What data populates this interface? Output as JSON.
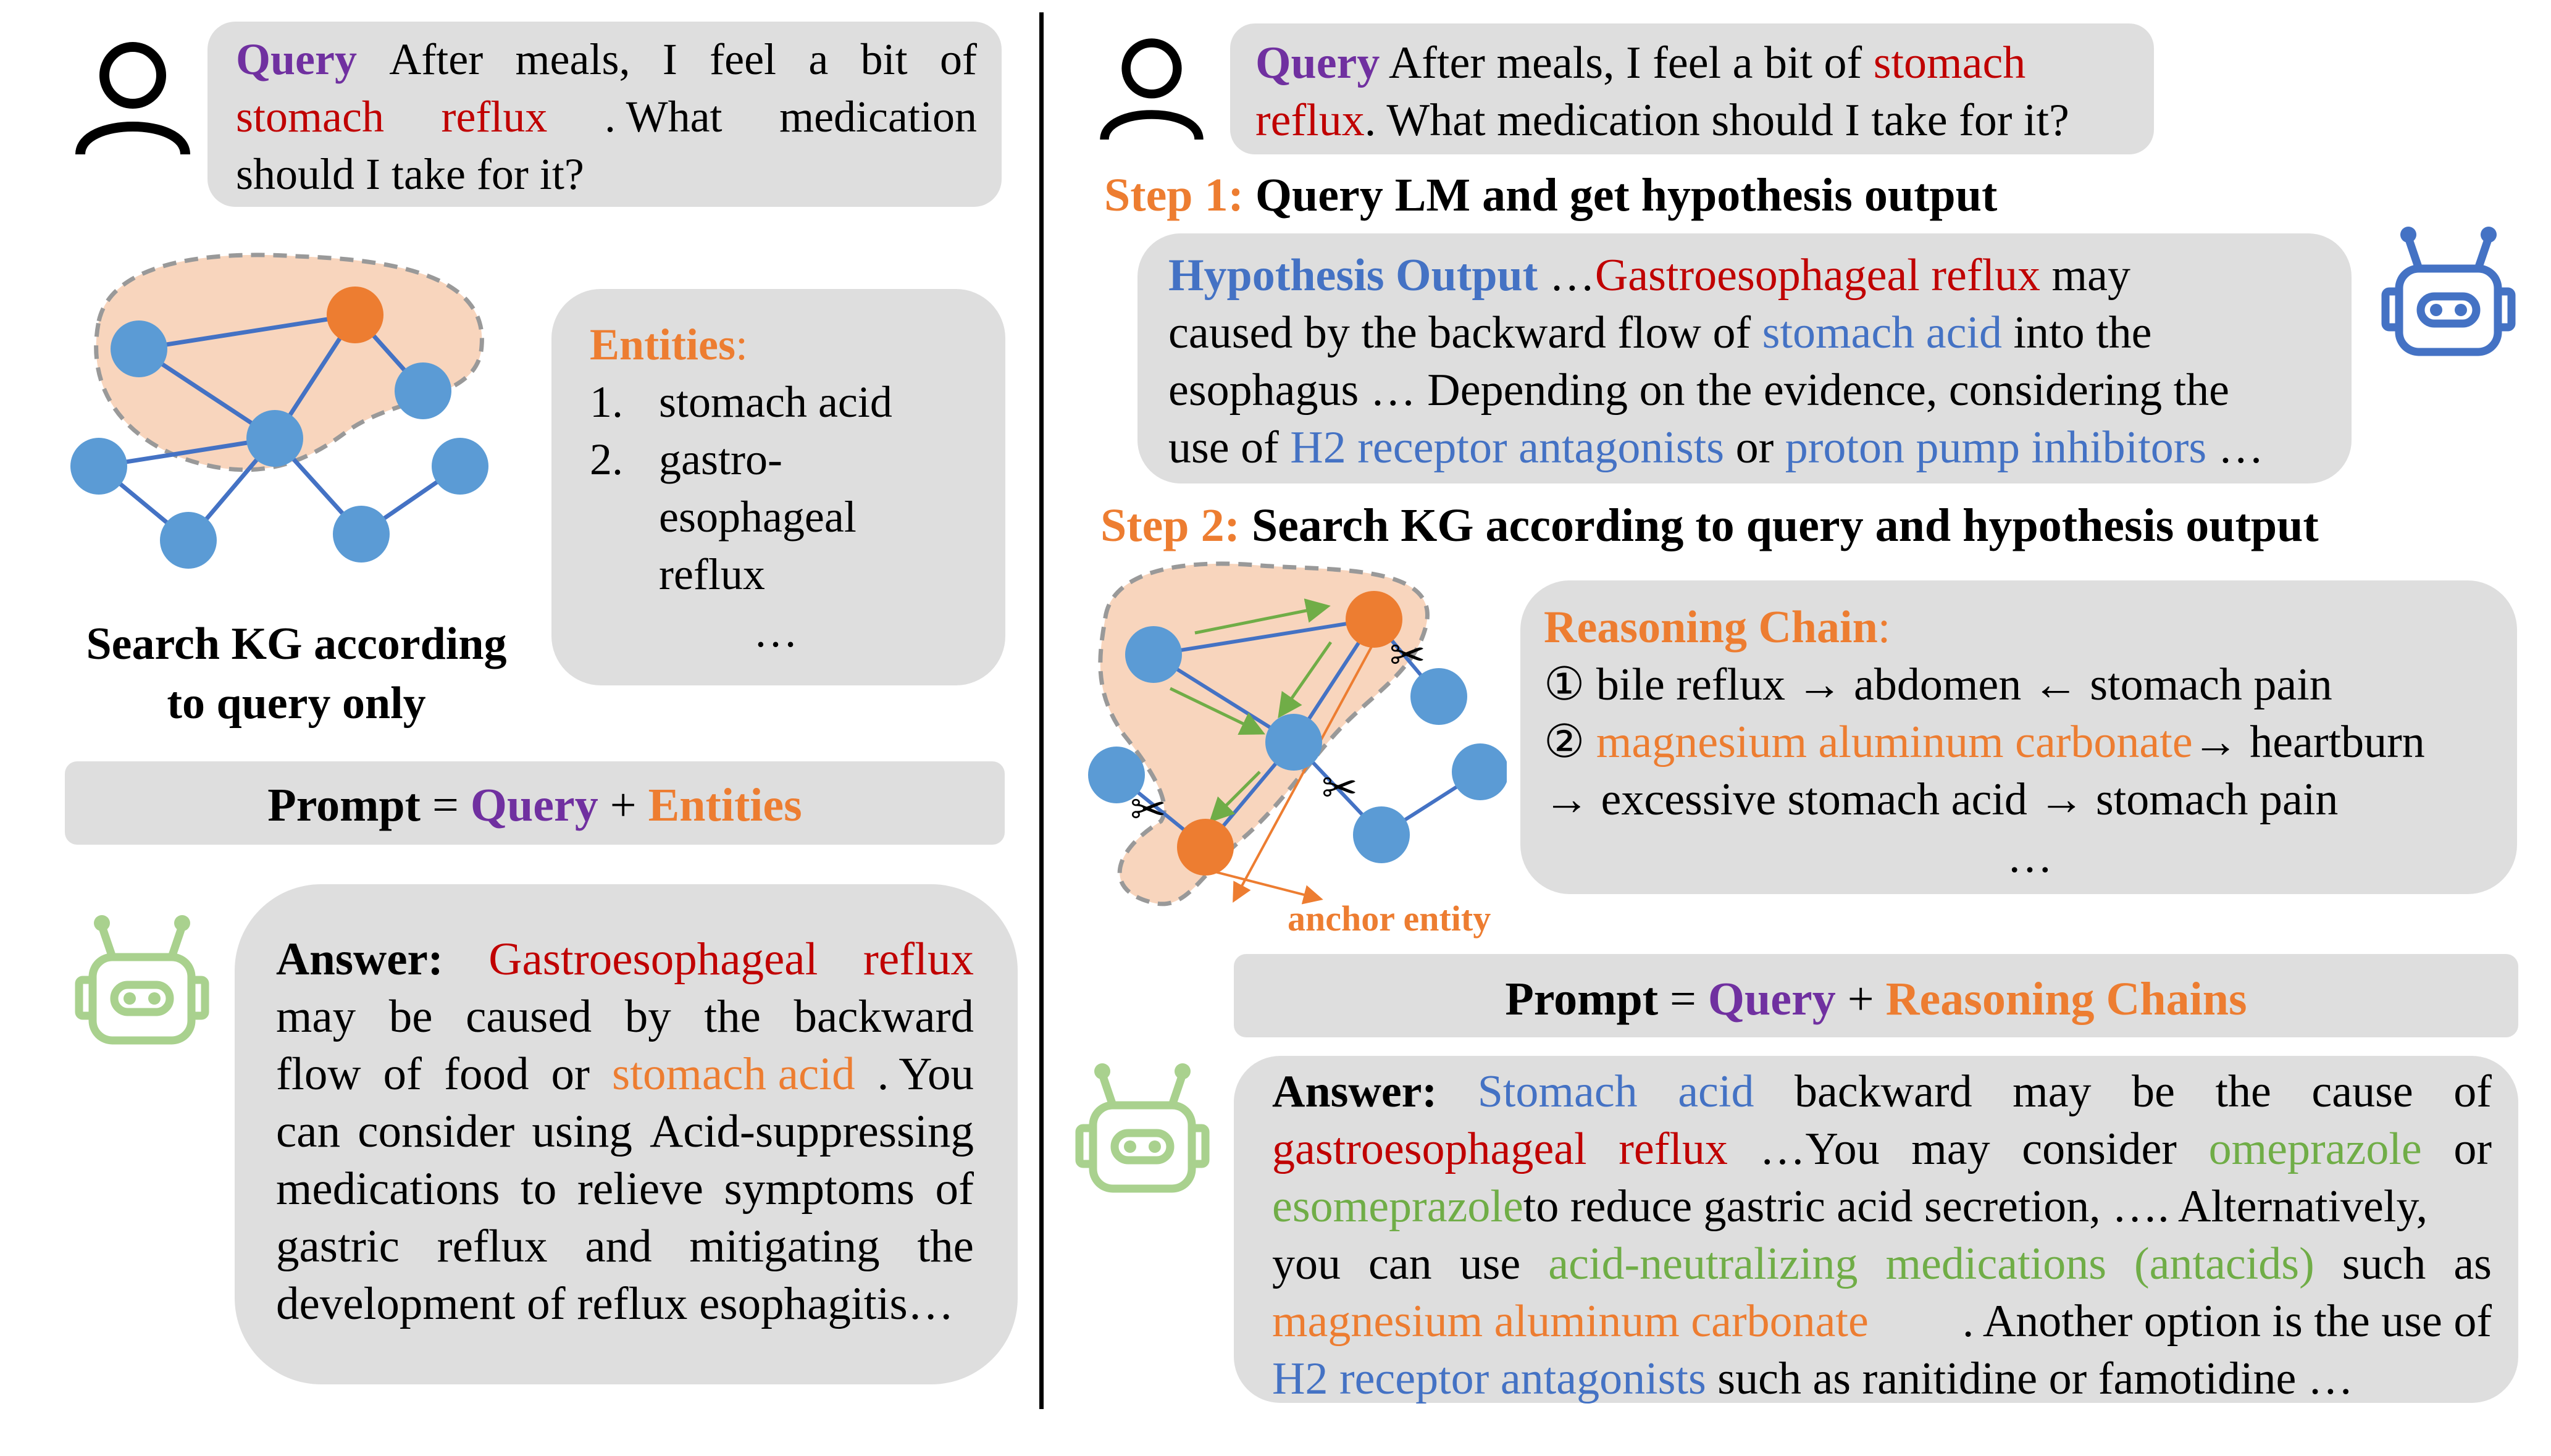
{
  "left": {
    "query": {
      "label": "Query",
      "lines": [
        [
          {
            "t": "After",
            "c": ""
          },
          {
            "t": "meals,",
            "c": ""
          },
          {
            "t": "I",
            "c": ""
          },
          {
            "t": "feel",
            "c": ""
          },
          {
            "t": "a",
            "c": ""
          },
          {
            "t": "bit",
            "c": ""
          },
          {
            "t": "of",
            "c": ""
          }
        ],
        [
          {
            "t": "stomach",
            "c": "red"
          },
          {
            "t": "reflux",
            "c": "red"
          },
          {
            "t": ". What",
            "c": ""
          },
          {
            "t": "medication",
            "c": ""
          }
        ],
        [
          {
            "t": "should I take for it?",
            "c": ""
          }
        ]
      ]
    },
    "search_caption": [
      "Search KG according",
      "to query only"
    ],
    "entities": {
      "label": "Entities",
      "colon": ":",
      "items": [
        {
          "num": "1.",
          "text": "stomach acid"
        },
        {
          "num": "2.",
          "text": "gastro-"
        },
        {
          "num": "",
          "text": "esophageal"
        },
        {
          "num": "",
          "text": "reflux"
        }
      ],
      "ellipsis": "…"
    },
    "prompt": {
      "prefix": "Prompt",
      "eq": " = ",
      "query": "Query",
      "plus": " + ",
      "tail": "Entities"
    },
    "answer": {
      "label": "Answer:",
      "lines": [
        [
          {
            "t": "Gastroesophageal",
            "c": "red"
          },
          {
            "t": "reflux",
            "c": "red"
          }
        ],
        [
          {
            "t": "may",
            "c": ""
          },
          {
            "t": "be",
            "c": ""
          },
          {
            "t": "caused",
            "c": ""
          },
          {
            "t": "by",
            "c": ""
          },
          {
            "t": "the",
            "c": ""
          },
          {
            "t": "backward",
            "c": ""
          }
        ],
        [
          {
            "t": "flow",
            "c": ""
          },
          {
            "t": "of",
            "c": ""
          },
          {
            "t": "food",
            "c": ""
          },
          {
            "t": "or",
            "c": ""
          },
          {
            "t": "stomach acid",
            "c": "orange"
          },
          {
            "t": ". You",
            "c": ""
          }
        ],
        [
          {
            "t": "can",
            "c": ""
          },
          {
            "t": "consider",
            "c": ""
          },
          {
            "t": "using",
            "c": ""
          },
          {
            "t": "Acid-suppressing",
            "c": ""
          }
        ],
        [
          {
            "t": "medications",
            "c": ""
          },
          {
            "t": "to",
            "c": ""
          },
          {
            "t": "relieve",
            "c": ""
          },
          {
            "t": "symptoms",
            "c": ""
          },
          {
            "t": "of",
            "c": ""
          }
        ],
        [
          {
            "t": "gastric",
            "c": ""
          },
          {
            "t": "reflux",
            "c": ""
          },
          {
            "t": "and",
            "c": ""
          },
          {
            "t": "mitigating",
            "c": ""
          },
          {
            "t": "the",
            "c": ""
          }
        ],
        [
          {
            "t": "development of reflux esophagitis…",
            "c": ""
          }
        ]
      ]
    }
  },
  "right": {
    "query": {
      "label": "Query",
      "lines": [
        [
          {
            "t": " After meals, I feel a bit of ",
            "c": ""
          },
          {
            "t": "stomach",
            "c": "red"
          }
        ],
        [
          {
            "t": "reflux",
            "c": "red"
          },
          {
            "t": ". What medication should I take for it?",
            "c": ""
          }
        ]
      ]
    },
    "step1": {
      "label": "Step 1:",
      "text": " Query LM and get hypothesis output"
    },
    "hypothesis": {
      "label": "Hypothesis Output",
      "lines": [
        [
          {
            "t": "  …",
            "c": ""
          },
          {
            "t": "Gastroesophageal reflux",
            "c": "red"
          },
          {
            "t": " may",
            "c": ""
          }
        ],
        [
          {
            "t": "caused by the backward flow of ",
            "c": ""
          },
          {
            "t": "stomach acid",
            "c": "blue"
          },
          {
            "t": " into the",
            "c": ""
          }
        ],
        [
          {
            "t": "esophagus … Depending on the evidence, considering the",
            "c": ""
          }
        ],
        [
          {
            "t": "use of ",
            "c": ""
          },
          {
            "t": "H2 receptor antagonists",
            "c": "blue"
          },
          {
            "t": " or ",
            "c": ""
          },
          {
            "t": "proton pump inhibitors",
            "c": "blue"
          },
          {
            "t": " …",
            "c": ""
          }
        ]
      ]
    },
    "step2": {
      "label": "Step 2:",
      "text": " Search KG according to query and hypothesis output"
    },
    "reasoning": {
      "label": "Reasoning Chain",
      "colon": ":",
      "lines": [
        [
          {
            "t": "① bile reflux → abdomen ← stomach pain",
            "c": ""
          }
        ],
        [
          {
            "t": "② ",
            "c": ""
          },
          {
            "t": "magnesium aluminum carbonate",
            "c": "orange"
          },
          {
            "t": "→ heartburn",
            "c": ""
          }
        ],
        [
          {
            "t": "→ excessive stomach acid → stomach pain",
            "c": ""
          }
        ]
      ],
      "ellipsis": "…"
    },
    "anchor_label": "anchor entity",
    "prompt": {
      "prefix": "Prompt",
      "eq": " = ",
      "query": "Query",
      "plus": " + ",
      "tail": "Reasoning Chains"
    },
    "answer": {
      "label": "Answer:",
      "lines": [
        [
          {
            "t": "Stomach",
            "c": "blue"
          },
          {
            "t": "acid",
            "c": "blue"
          },
          {
            "t": "backward",
            "c": ""
          },
          {
            "t": "may",
            "c": ""
          },
          {
            "t": "be",
            "c": ""
          },
          {
            "t": "the",
            "c": ""
          },
          {
            "t": "cause",
            "c": ""
          },
          {
            "t": "of",
            "c": ""
          }
        ],
        [
          {
            "t": "gastroesophageal",
            "c": "red"
          },
          {
            "t": "reflux",
            "c": "red"
          },
          {
            "t": "…You",
            "c": ""
          },
          {
            "t": "may",
            "c": ""
          },
          {
            "t": "consider",
            "c": ""
          },
          {
            "t": "omeprazole",
            "c": "green"
          },
          {
            "t": "or",
            "c": ""
          }
        ],
        [
          {
            "t": "esomeprazole",
            "c": "green"
          },
          {
            "t": "to reduce gastric acid secretion, …. Alternatively,",
            "c": ""
          }
        ],
        [
          {
            "t": "you",
            "c": ""
          },
          {
            "t": "can",
            "c": ""
          },
          {
            "t": "use",
            "c": ""
          },
          {
            "t": "acid-neutralizing",
            "c": "green"
          },
          {
            "t": "medications",
            "c": "green"
          },
          {
            "t": "(antacids)",
            "c": "green"
          },
          {
            "t": "such",
            "c": ""
          },
          {
            "t": "as",
            "c": ""
          }
        ],
        [
          {
            "t": "magnesium aluminum carbonate",
            "c": "orange"
          },
          {
            "t": ". Another option is the use of",
            "c": ""
          }
        ],
        [
          {
            "t": "H2 receptor antagonists",
            "c": "blue"
          },
          {
            "t": " such as ranitidine or famotidine …",
            "c": ""
          }
        ]
      ]
    }
  },
  "colors": {
    "node_blue": "#5b9bd5",
    "node_orange": "#ed7d31",
    "region_fill": "#f8d5bd",
    "edge_blue": "#4472c4",
    "edge_green": "#70ad47",
    "robot_blue": "#4472c4",
    "robot_green": "#a9d18e"
  },
  "icons": [
    "user-icon",
    "robot-icon",
    "scissors-icon"
  ]
}
